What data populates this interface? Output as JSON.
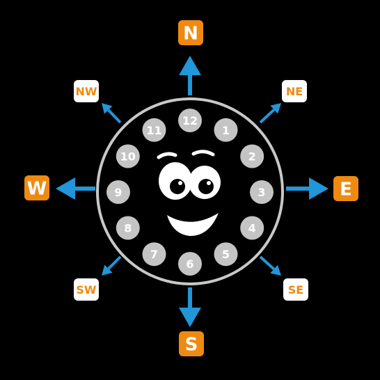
{
  "colors": {
    "background": "#000000",
    "arrow": "#2196d8",
    "cardinal_fill": "#ee8a12",
    "cardinal_text": "#ffffff",
    "intercardinal_fill": "#ffffff",
    "intercardinal_text": "#ee8a12",
    "ring": "#c8c8c8",
    "number_fill": "#c4c4c4",
    "number_text": "#ffffff",
    "face": "#ffffff"
  },
  "directions": {
    "n": "N",
    "ne": "NE",
    "e": "E",
    "se": "SE",
    "s": "S",
    "sw": "SW",
    "w": "W",
    "nw": "NW"
  },
  "numbers": [
    "1",
    "2",
    "3",
    "4",
    "5",
    "6",
    "7",
    "8",
    "9",
    "10",
    "11",
    "12"
  ],
  "icons": {
    "face": "smiley-face-icon",
    "arrow": "arrow-icon"
  }
}
